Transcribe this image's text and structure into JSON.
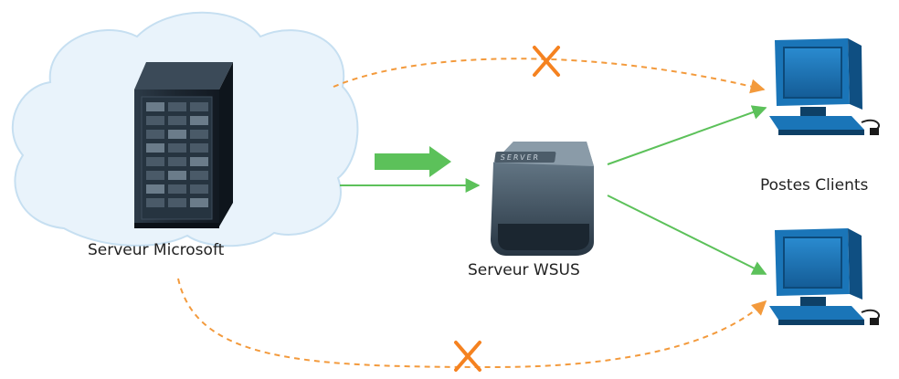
{
  "labels": {
    "microsoft_server": "Serveur Microsoft",
    "wsus_server": "Serveur WSUS",
    "clients": "Postes Clients"
  },
  "server_badge": "SERVER",
  "colors": {
    "cloud_fill": "#e9f3fb",
    "cloud_stroke": "#c6dff1",
    "blocked_path": "#f39a3c",
    "blocked_mark": "#f58220",
    "allowed_path": "#5cc15a",
    "rack_dark": "#1f2a35",
    "monitor_blue": "#1a75b8"
  },
  "icons": [
    "cloud-icon",
    "server-rack-icon",
    "wsus-server-icon",
    "client-computer-icon",
    "x-cross-icon",
    "thick-arrow-icon"
  ]
}
